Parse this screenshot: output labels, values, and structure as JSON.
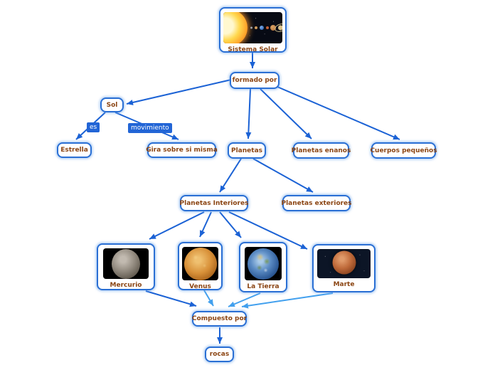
{
  "map": {
    "colors": {
      "canvas_bg": "#ffffff",
      "node_border": "#2a6fd4",
      "node_fill": "#ffffff",
      "node_text": "#8b4513",
      "arrow": "#1b62d5",
      "arrow_light": "#42a0ee",
      "link_label_bg": "#2265d6",
      "link_label_text": "#ffffff"
    },
    "nodes": {
      "sistema_solar": {
        "label": "Sistema Solar",
        "image": "solar-system-illustration"
      },
      "formado_por": {
        "label": "formado por"
      },
      "sol": {
        "label": "Sol"
      },
      "estrella": {
        "label": "Estrella"
      },
      "gira_sobre_si_misma": {
        "label": "Gira sobre si misma"
      },
      "planetas": {
        "label": "Planetas"
      },
      "planetas_enanos": {
        "label": "Planetas enanos"
      },
      "cuerpos_pequenos": {
        "label": "Cuerpos pequeños"
      },
      "planetas_interiores": {
        "label": "Planetas Interiores"
      },
      "planetas_exteriores": {
        "label": "Planetas exteriores"
      },
      "mercurio": {
        "label": "Mercurio",
        "image": "mercury-photo"
      },
      "venus": {
        "label": "Venus",
        "image": "venus-photo"
      },
      "la_tierra": {
        "label": "La Tierra",
        "image": "earth-photo"
      },
      "marte": {
        "label": "Marte",
        "image": "mars-photo"
      },
      "compuesto_por": {
        "label": "Compuesto por"
      },
      "rocas": {
        "label": "rocas"
      }
    },
    "link_labels": {
      "es": "es",
      "movimiento": "movimiento"
    }
  }
}
